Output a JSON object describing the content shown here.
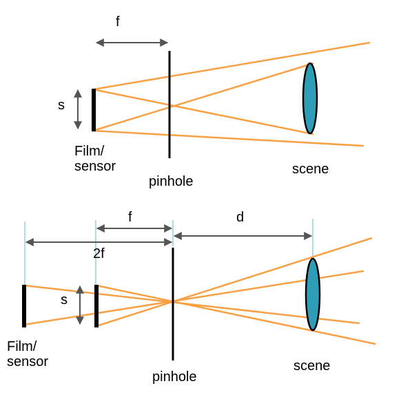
{
  "colors": {
    "ray": "#F7A044",
    "lens_fill": "#2E9DB8",
    "stroke": "#000000",
    "dim_arrow": "#555555",
    "guide": "#5BB8C8"
  },
  "top_diagram": {
    "focal_label": "f",
    "size_label": "s",
    "film_label_line1": "Film/",
    "film_label_line2": "sensor",
    "pinhole_label": "pinhole",
    "scene_label": "scene"
  },
  "bottom_diagram": {
    "focal_label": "f",
    "distance_label": "d",
    "double_focal_label": "2f",
    "size_label": "s",
    "film_label_line1": "Film/",
    "film_label_line2": "sensor",
    "pinhole_label": "pinhole",
    "scene_label": "scene"
  }
}
